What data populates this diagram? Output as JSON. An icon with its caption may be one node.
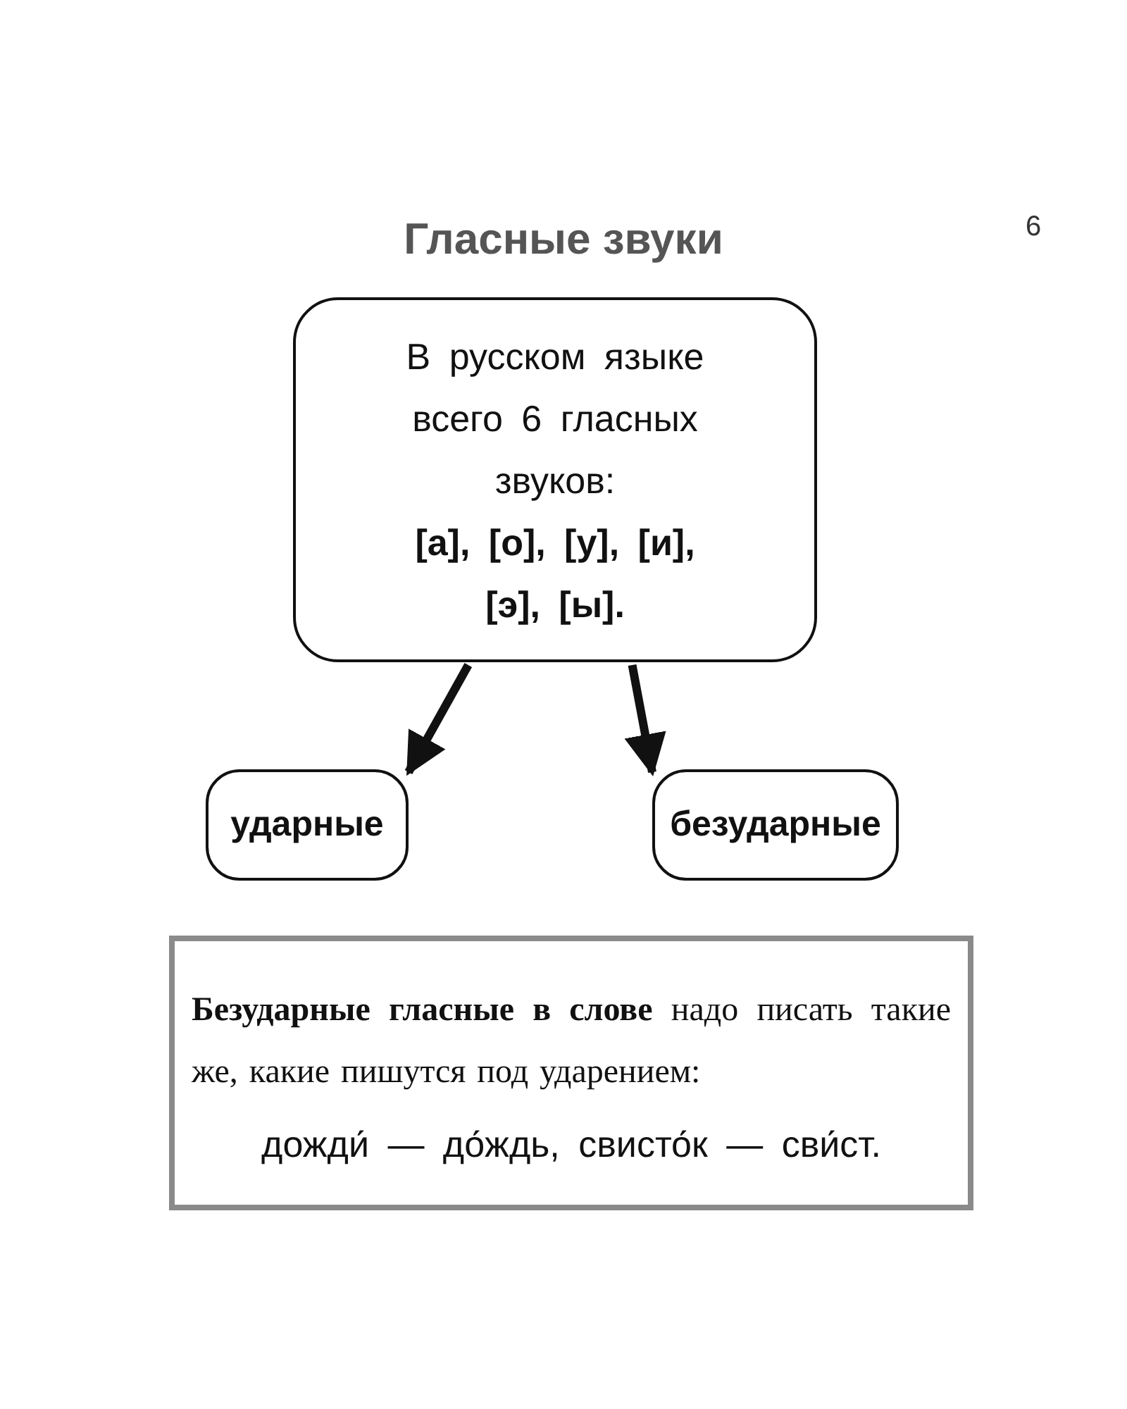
{
  "diagram": {
    "title": "Гласные звуки",
    "nodes": [
      {
        "text": [
          "В русском языке всего 6 гласных звуков:",
          "[а], [о], [у], [и], [э], [ы]."
        ]
      },
      {
        "text": [
          "ударные"
        ]
      },
      {
        "text": [
          "безударные"
        ]
      },
      {
        "text": [
          "**Безударные гласные в слове** надо писать такие же, какие пишутся под ударением:",
          "дожди́ — до́ждь, свисто́к — сви́ст."
        ]
      }
    ],
    "edges": [
      {
        "from": 0,
        "to": 1,
        "arrow": "to"
      },
      {
        "from": 0,
        "to": 2,
        "arrow": "to"
      }
    ],
    "labels": [
      "6"
    ]
  }
}
